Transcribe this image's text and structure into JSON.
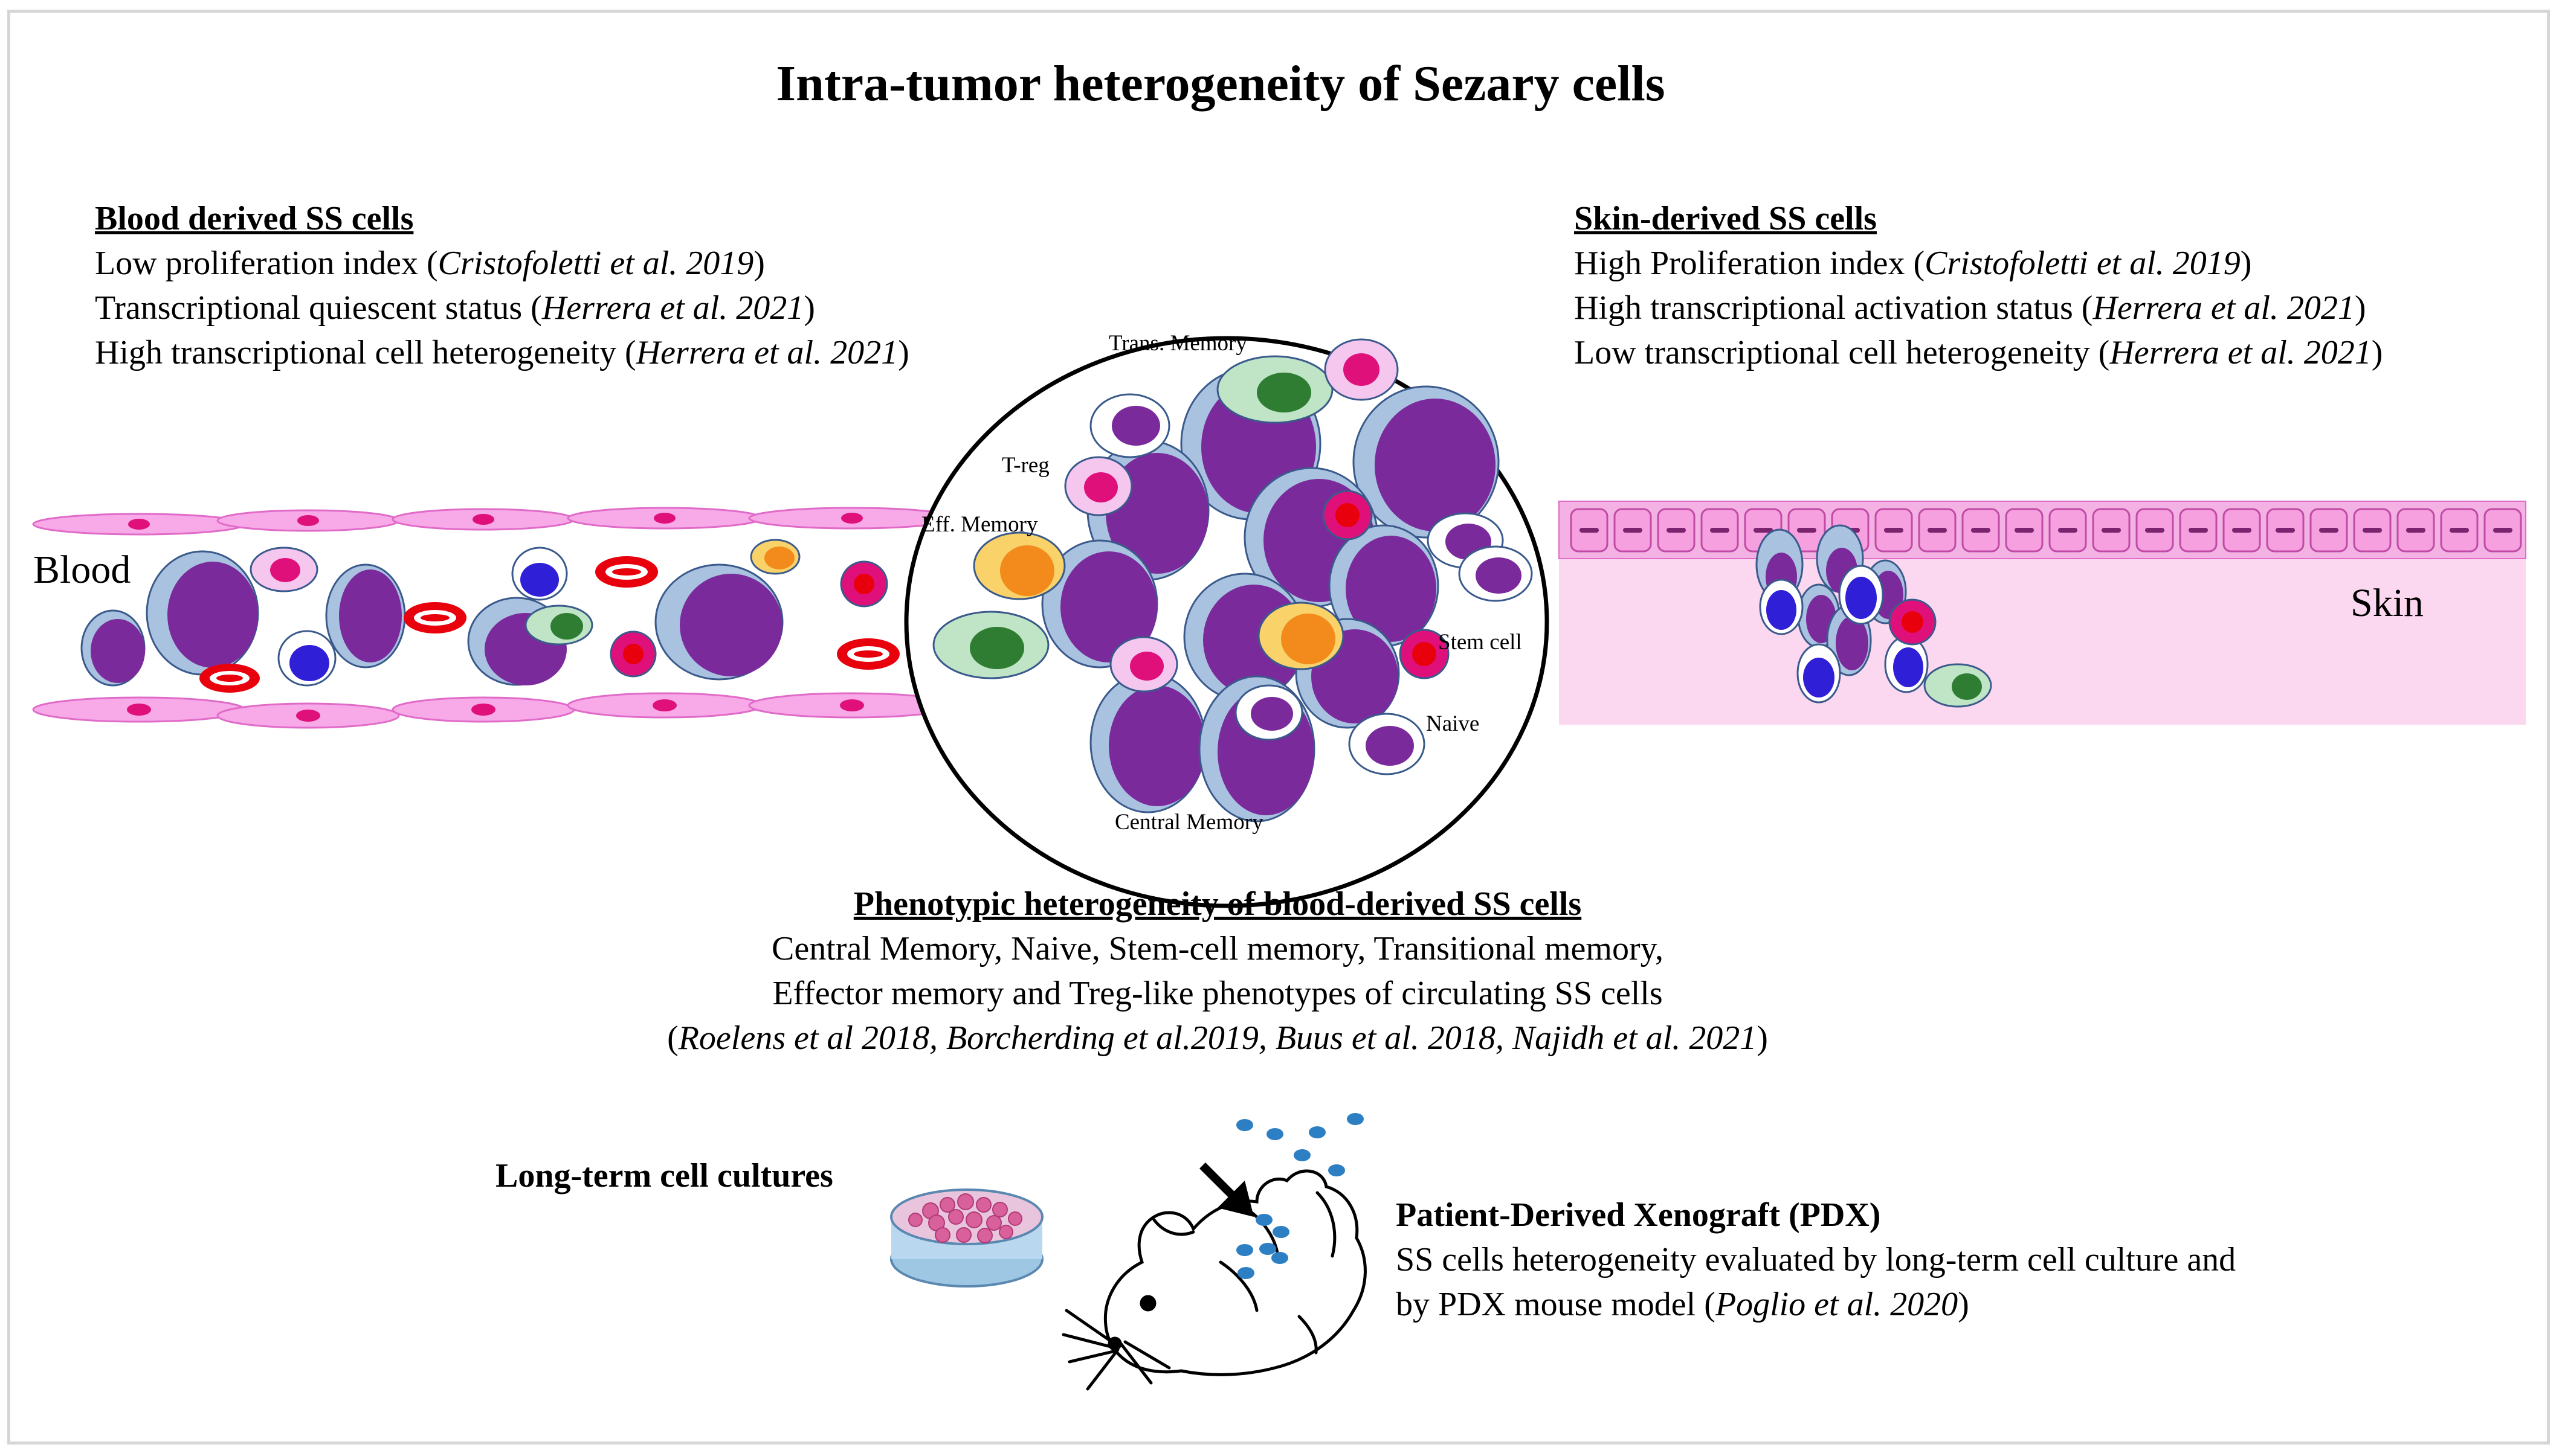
{
  "title": "Intra-tumor heterogeneity of Sezary cells",
  "blood": {
    "heading": "Blood derived SS cells",
    "lines": [
      {
        "text": "Low proliferation index (",
        "ref": "Cristofoletti et al. 2019",
        "end": ")"
      },
      {
        "text": "Transcriptional quiescent status (",
        "ref": "Herrera et al. 2021",
        "end": ")"
      },
      {
        "text": "High transcriptional cell heterogeneity (",
        "ref": "Herrera et al. 2021",
        "end": ")"
      }
    ],
    "vessel_label": "Blood"
  },
  "skin": {
    "heading": "Skin-derived SS cells",
    "lines": [
      {
        "text": "High Proliferation index (",
        "ref": "Cristofoletti et al. 2019",
        "end": ")"
      },
      {
        "text": "High transcriptional activation status (",
        "ref": "Herrera et al. 2021",
        "end": ")"
      },
      {
        "text": "Low transcriptional cell heterogeneity (",
        "ref": "Herrera et al. 2021",
        "end": ")"
      }
    ],
    "tissue_label": "Skin"
  },
  "circle_labels": {
    "trans_memory": "Trans. Memory",
    "t_reg": "T-reg",
    "eff_memory": "Eff. Memory",
    "stem_cell": "Stem cell",
    "naive": "Naive",
    "central_memory": "Central Memory"
  },
  "phenotypic": {
    "heading": "Phenotypic heterogeneity of blood-derived SS cells",
    "line1": "Central Memory, Naive, Stem-cell memory, Transitional memory,",
    "line2": "Effector memory and Treg-like phenotypes of circulating SS cells",
    "refs": "Roelens et al 2018, Borcherding et al.2019, Buus et al. 2018, Najidh et al. 2021"
  },
  "cultures": {
    "label": "Long-term cell cultures"
  },
  "pdx": {
    "heading": "Patient-Derived Xenograft (PDX)",
    "line1": "SS cells heterogeneity evaluated by long-term cell culture and",
    "line2": "by PDX mouse model (",
    "ref": "Poglio et al. 2020",
    "end": ")"
  },
  "colors": {
    "tumor_purple": "#7b2a9c",
    "cell_outline": "#a9c2e0",
    "vessel_pink": "#f7a9e8",
    "nucleus_magenta": "#e0107a",
    "rbc_red": "#e8000d",
    "skin_bg": "#fcd7f0",
    "green_cell": "#2e7d32",
    "orange_cell": "#f28a1c",
    "blue_nucleus": "#2f1fd6",
    "dot_blue": "#2d7fc4"
  }
}
